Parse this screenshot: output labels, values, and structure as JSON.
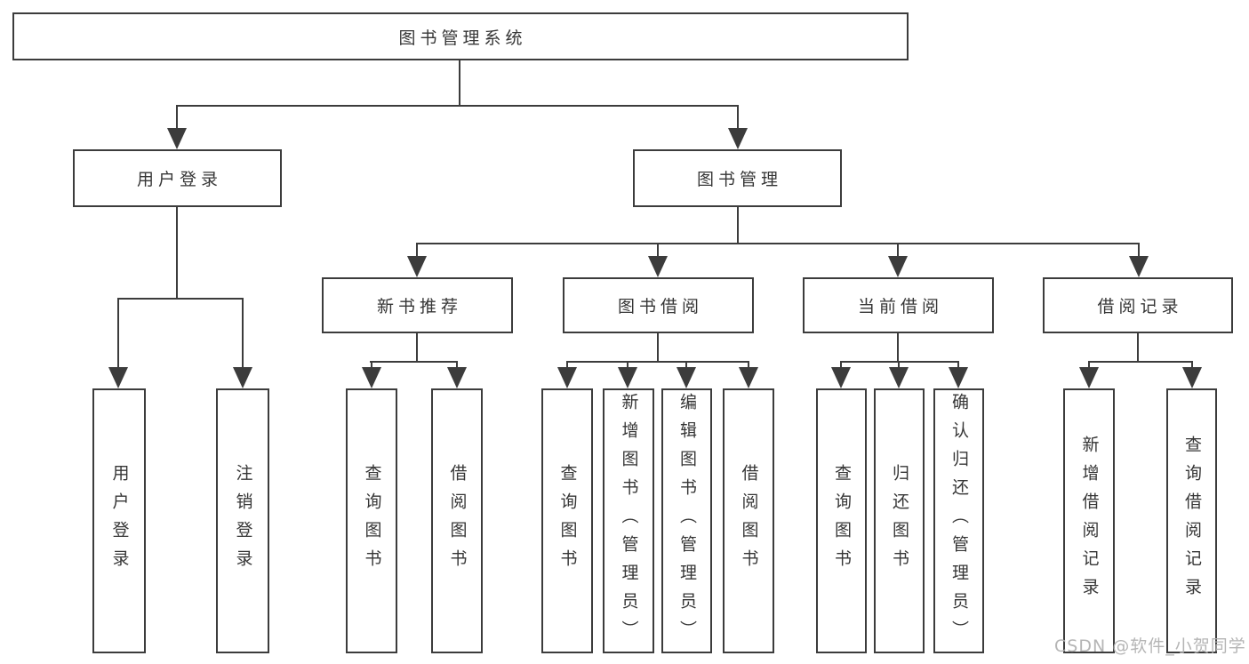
{
  "tree": {
    "root": "图书管理系统",
    "branches": [
      {
        "label": "用户登录",
        "leaves": [
          "用户登录",
          "注销登录"
        ]
      },
      {
        "label": "图书管理",
        "children": [
          {
            "label": "新书推荐",
            "leaves": [
              "查询图书",
              "借阅图书"
            ]
          },
          {
            "label": "图书借阅",
            "leaves": [
              "查询图书",
              "新增图书（管理员）",
              "编辑图书（管理员）",
              "借阅图书"
            ]
          },
          {
            "label": "当前借阅",
            "leaves": [
              "查询图书",
              "归还图书",
              "确认归还（管理员）"
            ]
          },
          {
            "label": "借阅记录",
            "leaves": [
              "新增借阅记录",
              "查询借阅记录"
            ]
          }
        ]
      }
    ]
  },
  "watermark": "CSDN @软件_小贺同学",
  "colors": {
    "line": "#3c3c3c",
    "text": "#363636",
    "watermark": "#b1b1b1",
    "background": "#ffffff"
  }
}
